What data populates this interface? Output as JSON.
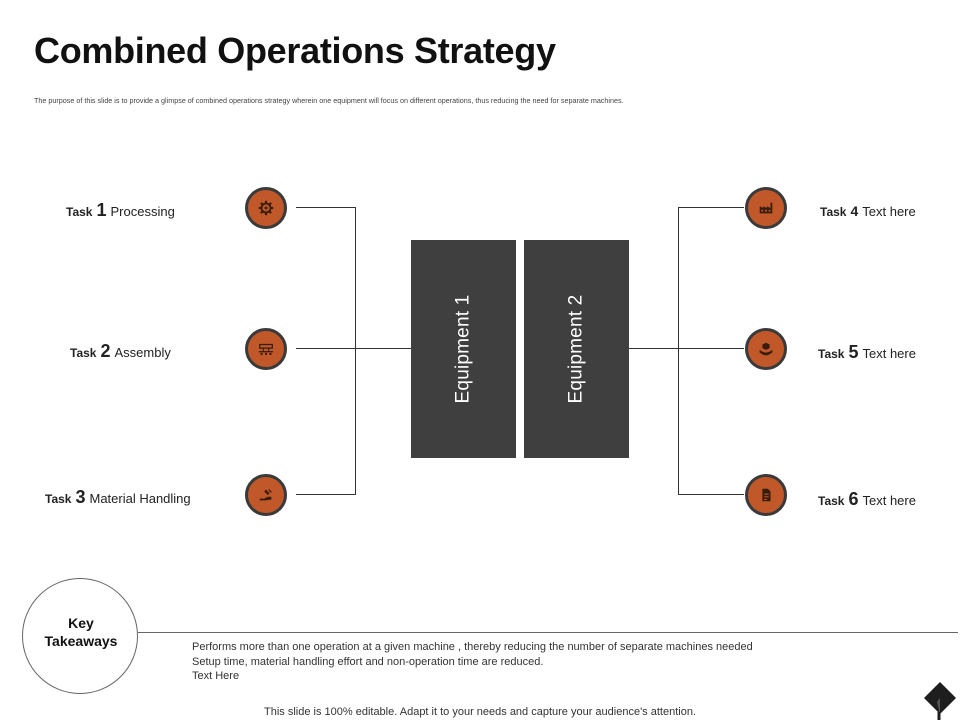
{
  "title": "Combined Operations Strategy",
  "subtitle": "The purpose of this slide is to provide a glimpse of combined operations strategy wherein one equipment will focus on different operations, thus reducing the need for separate machines.",
  "tasks_left": [
    {
      "word": "Task",
      "number": "1",
      "label": "Processing",
      "icon": "gear-icon"
    },
    {
      "word": "Task",
      "number": "2",
      "label": "Assembly",
      "icon": "assembly-line-icon"
    },
    {
      "word": "Task",
      "number": "3",
      "label": "Material Handling",
      "icon": "hand-handling-icon"
    }
  ],
  "tasks_right": [
    {
      "word": "Task",
      "number": "4",
      "label": "Text here",
      "icon": "factory-icon"
    },
    {
      "word": "Task",
      "number": "5",
      "label": "Text here",
      "icon": "hand-box-icon"
    },
    {
      "word": "Task",
      "number": "6",
      "label": "Text here",
      "icon": "document-icon"
    }
  ],
  "equipment": [
    "Equipment 1",
    "Equipment 2"
  ],
  "key_takeaways": {
    "label_line1": "Key",
    "label_line2": "Takeaways",
    "lines": [
      "Performs more than one operation at a given machine , thereby reducing the number of separate machines needed",
      "Setup time, material handling effort and non-operation time are reduced.",
      "Text Here"
    ]
  },
  "footer": "This slide is 100% editable. Adapt it to your needs and capture your audience's attention.",
  "colors": {
    "accent": "#c0582a",
    "dark": "#3f3f3f",
    "ring": "#3a3a3a"
  }
}
